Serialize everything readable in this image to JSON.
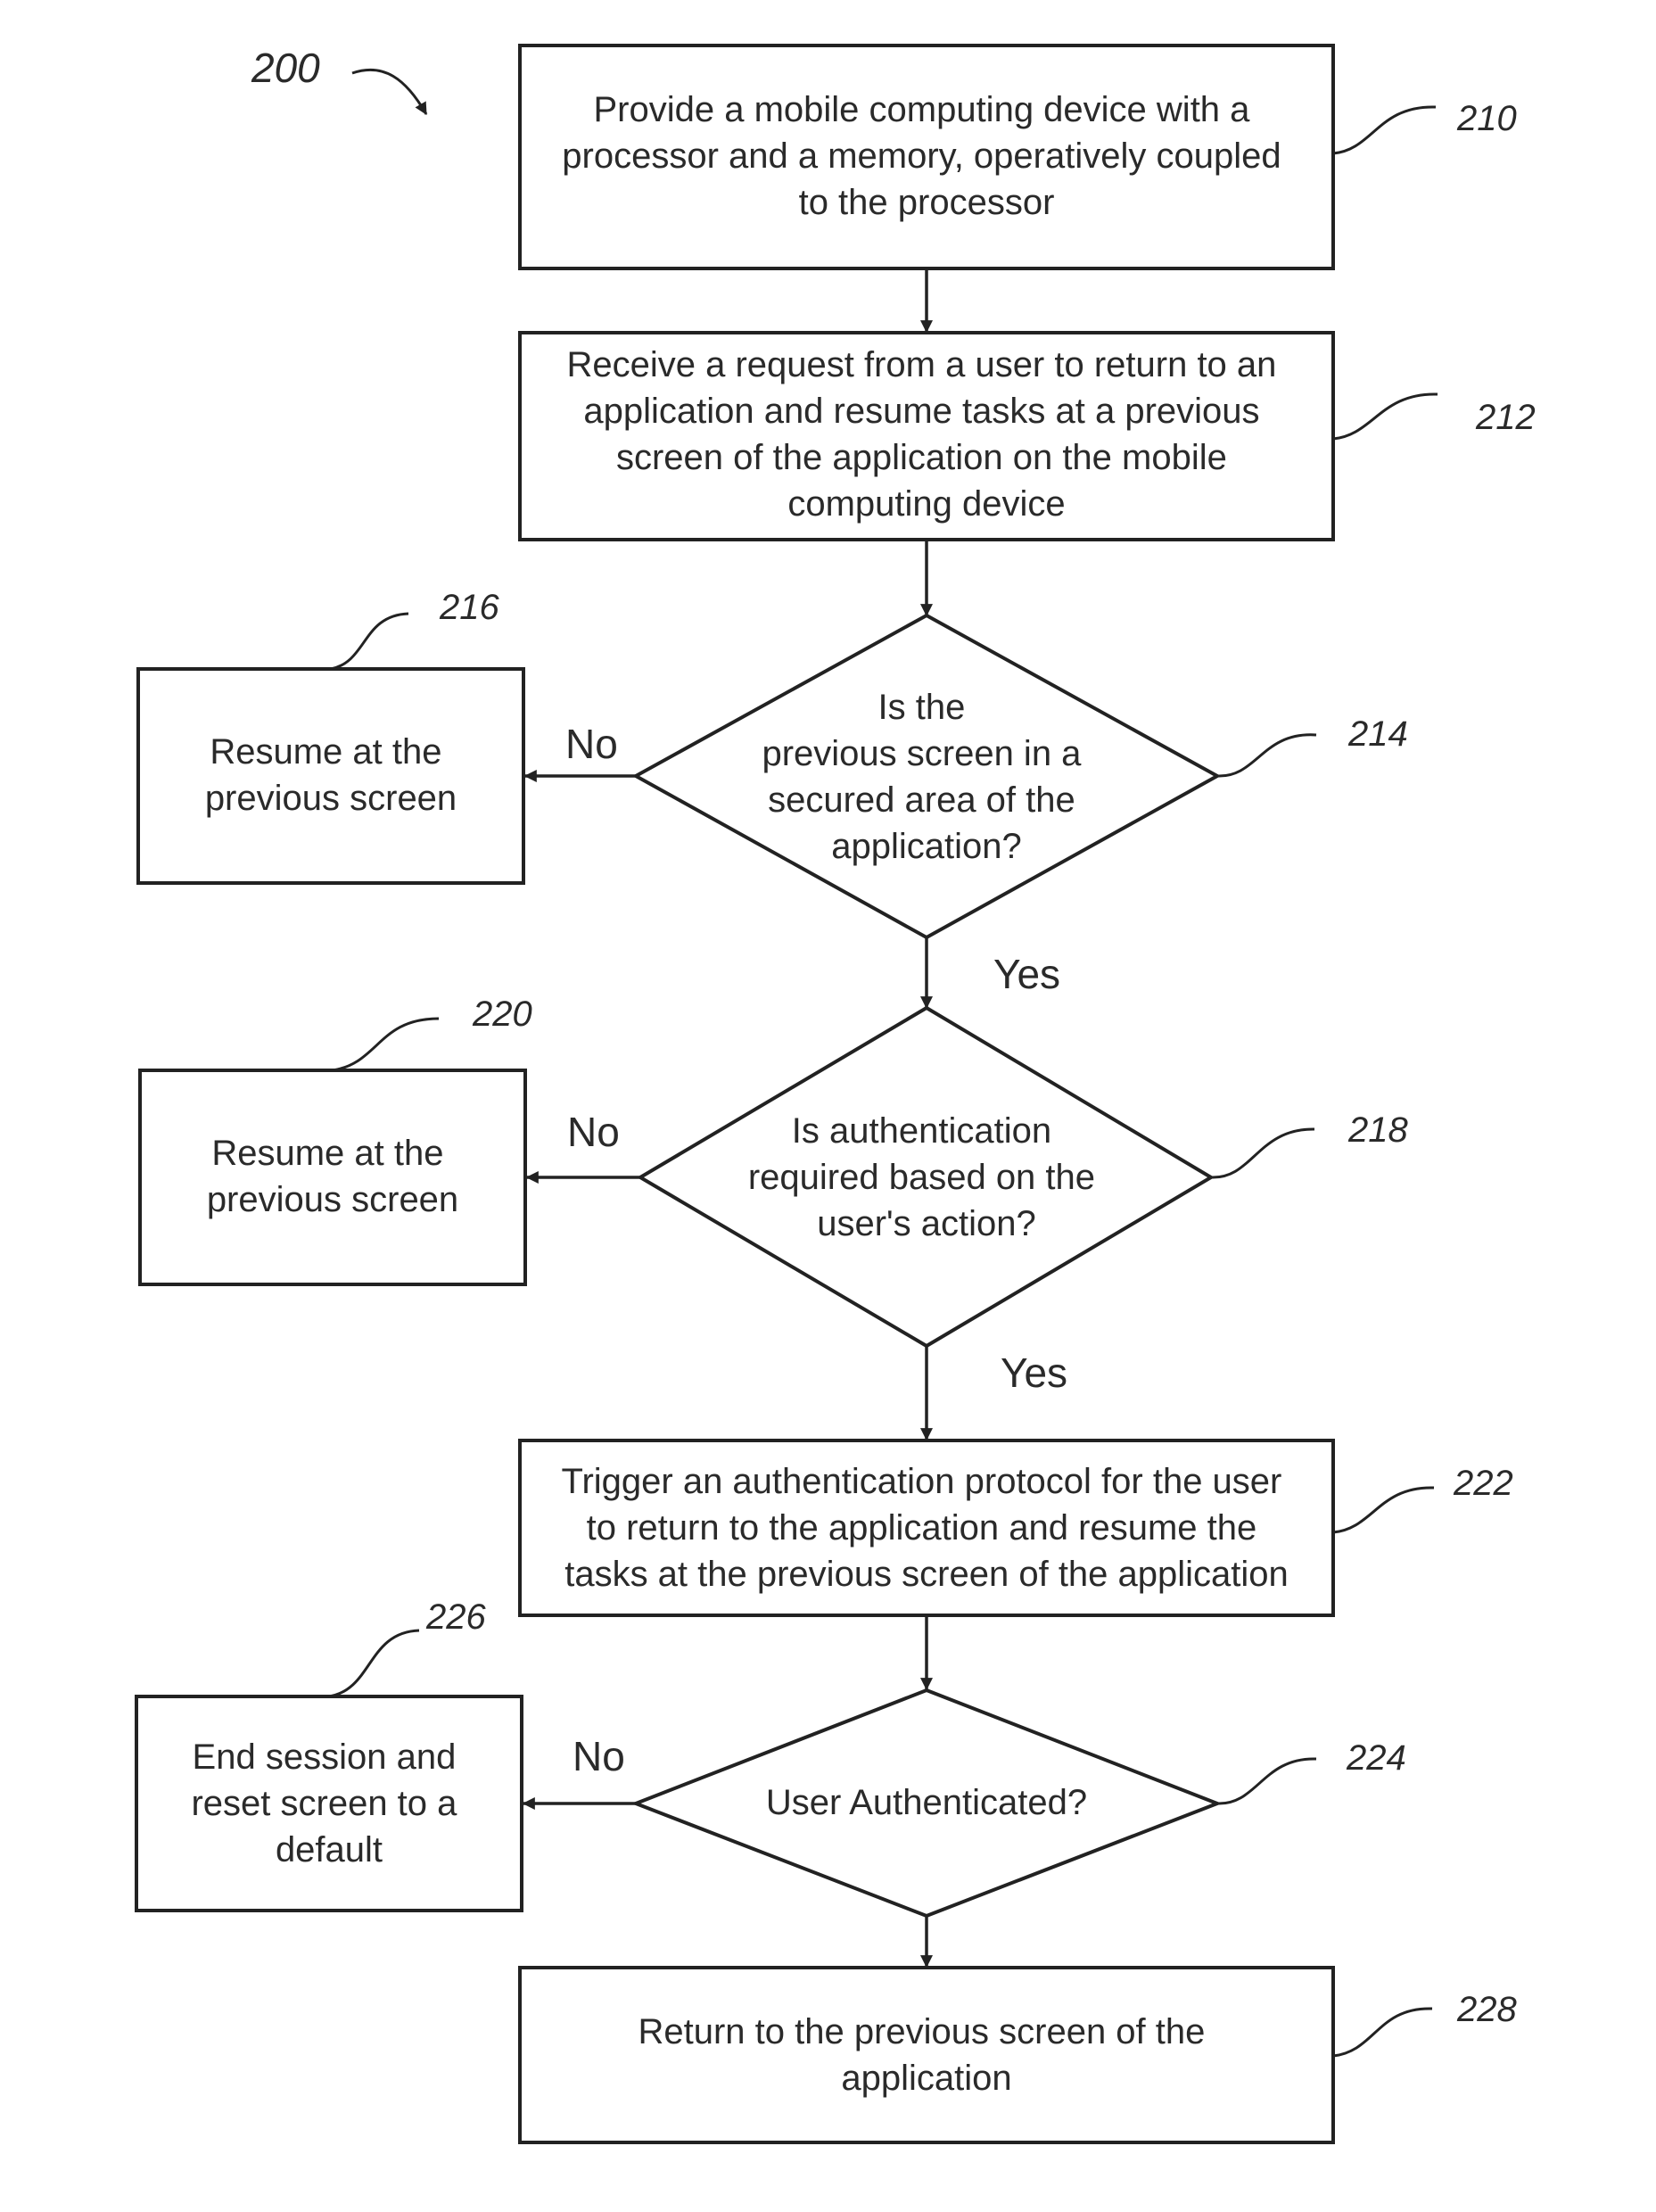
{
  "figure_number": "200",
  "steps": {
    "s210": {
      "ref": "210",
      "lines": [
        "Provide a mobile computing device with a",
        "processor and a memory, operatively coupled",
        "to the processor"
      ]
    },
    "s212": {
      "ref": "212",
      "lines": [
        "Receive a request from a user to return to an",
        "application and resume tasks at a previous",
        "screen of the application on the mobile",
        "computing device"
      ]
    },
    "s214": {
      "ref": "214",
      "lines": [
        "Is the",
        "previous screen in a",
        "secured area of the",
        "application?"
      ]
    },
    "s216": {
      "ref": "216",
      "lines": [
        "Resume at the",
        "previous screen"
      ]
    },
    "s218": {
      "ref": "218",
      "lines": [
        "Is authentication",
        "required based on the",
        "user's action?"
      ]
    },
    "s220": {
      "ref": "220",
      "lines": [
        "Resume at the",
        "previous screen"
      ]
    },
    "s222": {
      "ref": "222",
      "lines": [
        "Trigger an authentication protocol for the user",
        "to return to the application and resume the",
        "tasks at the previous screen of the application"
      ]
    },
    "s224": {
      "ref": "224",
      "lines": [
        "User Authenticated?"
      ]
    },
    "s226": {
      "ref": "226",
      "lines": [
        "End session and",
        "reset screen to a",
        "default"
      ]
    },
    "s228": {
      "ref": "228",
      "lines": [
        "Return to the previous screen of the",
        "application"
      ]
    }
  },
  "branches": {
    "no_214": "No",
    "yes_214": "Yes",
    "no_218": "No",
    "yes_218": "Yes",
    "no_224": "No"
  }
}
